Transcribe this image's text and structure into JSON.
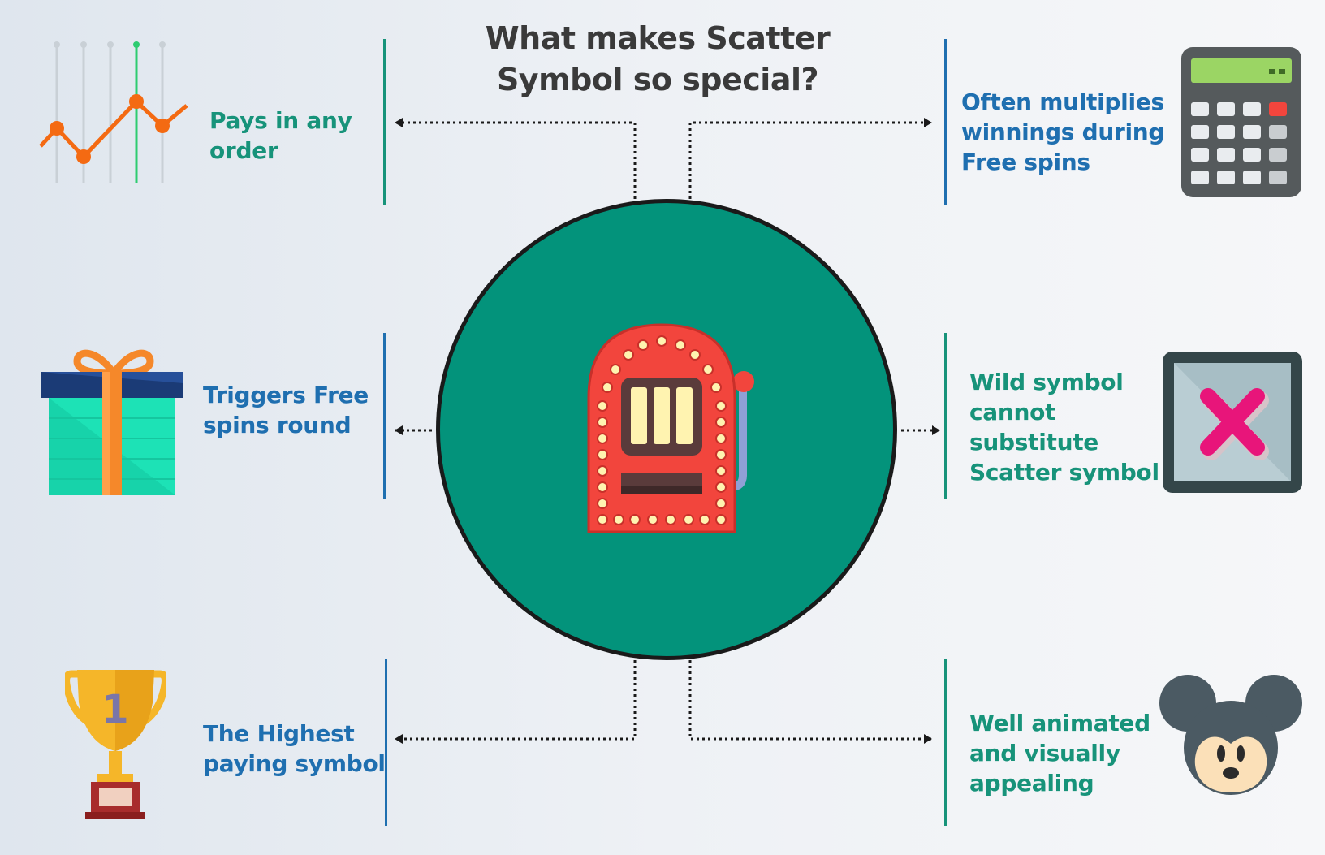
{
  "title": {
    "line1": "What makes Scatter",
    "line2": "Symbol so special?"
  },
  "features": {
    "top_left": {
      "line1": "Pays in any",
      "line2": "order",
      "icon": "line-chart-icon"
    },
    "mid_left": {
      "line1": "Triggers Free",
      "line2": "spins round",
      "icon": "gift-box-icon"
    },
    "bottom_left": {
      "line1": "The Highest",
      "line2": "paying symbol",
      "icon": "trophy-icon",
      "trophy_number": "1"
    },
    "top_right": {
      "line1": "Often multiplies",
      "line2": "winnings during",
      "line3": "Free spins",
      "icon": "calculator-icon"
    },
    "mid_right": {
      "line1": "Wild symbol",
      "line2": "cannot",
      "line3": "substitute",
      "line4": "Scatter symbol",
      "icon": "cross-mark-icon"
    },
    "bottom_right": {
      "line1": "Well animated",
      "line2": "and visually",
      "line3": "appealing",
      "icon": "mouse-face-icon"
    }
  },
  "center": {
    "icon": "slot-machine-icon"
  },
  "colors": {
    "teal_text": "#17937a",
    "blue_text": "#1f6fb0",
    "circle_fill": "#03937b",
    "circle_border": "#1a1a1a",
    "title_text": "#3a3a3a"
  }
}
